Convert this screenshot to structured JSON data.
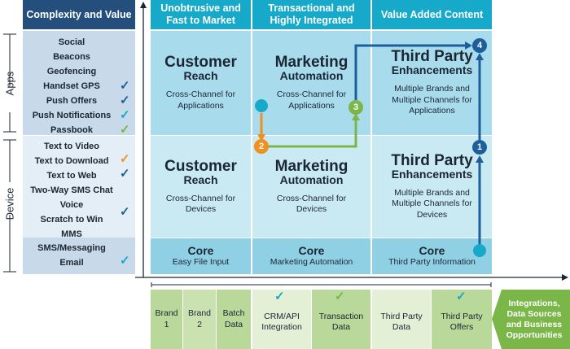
{
  "side": {
    "header": "Complexity and Value",
    "apps_label": "Apps",
    "device_label": "Device",
    "apps_items": [
      "Social",
      "Beacons",
      "Geofencing",
      "Handset GPS",
      "Push Offers",
      "Push Notifications",
      "Passbook"
    ],
    "device_items": [
      "Text to Video",
      "Text to Download",
      "Text to Web",
      "Two-Way SMS Chat",
      "Voice",
      "Scratch to Win",
      "MMS"
    ],
    "bottom_items": [
      "SMS/Messaging",
      "Email"
    ]
  },
  "columns": [
    {
      "header": "Unobtrusive and Fast to Market",
      "top_title_1": "Customer",
      "top_title_2": "Reach",
      "top_desc": "Cross-Channel for Applications",
      "mid_title_1": "Customer",
      "mid_title_2": "Reach",
      "mid_desc": "Cross-Channel for Devices",
      "core_title": "Core",
      "core_desc": "Easy File Input"
    },
    {
      "header": "Transactional and Highly Integrated",
      "top_title_1": "Marketing",
      "top_title_2": "Automation",
      "top_desc": "Cross-Channel for Applications",
      "mid_title_1": "Marketing",
      "mid_title_2": "Automation",
      "mid_desc": "Cross-Channel for Devices",
      "core_title": "Core",
      "core_desc": "Marketing Automation"
    },
    {
      "header": "Value Added Content",
      "top_title_1": "Third Party",
      "top_title_2": "Enhancements",
      "top_desc": "Multiple Brands and Multiple Channels for Applications",
      "mid_title_1": "Third Party",
      "mid_title_2": "Enhancements",
      "mid_desc": "Multiple Brands and Multiple Channels for Devices",
      "core_title": "Core",
      "core_desc": "Third Party Information"
    }
  ],
  "steps": [
    "1",
    "2",
    "3",
    "4"
  ],
  "bottom": {
    "cells": [
      "Brand 1",
      "Brand 2",
      "Batch Data",
      "CRM/API Integration",
      "Transaction Data",
      "Third Party Data",
      "Third Party Offers"
    ],
    "arrow_label": "Integrations, Data Sources and Business Opportunities"
  },
  "colors": {
    "teal": "#17a9c9",
    "navy": "#244f7c",
    "orange": "#f0901e",
    "green": "#7ab648",
    "blue": "#1d5f9a"
  }
}
